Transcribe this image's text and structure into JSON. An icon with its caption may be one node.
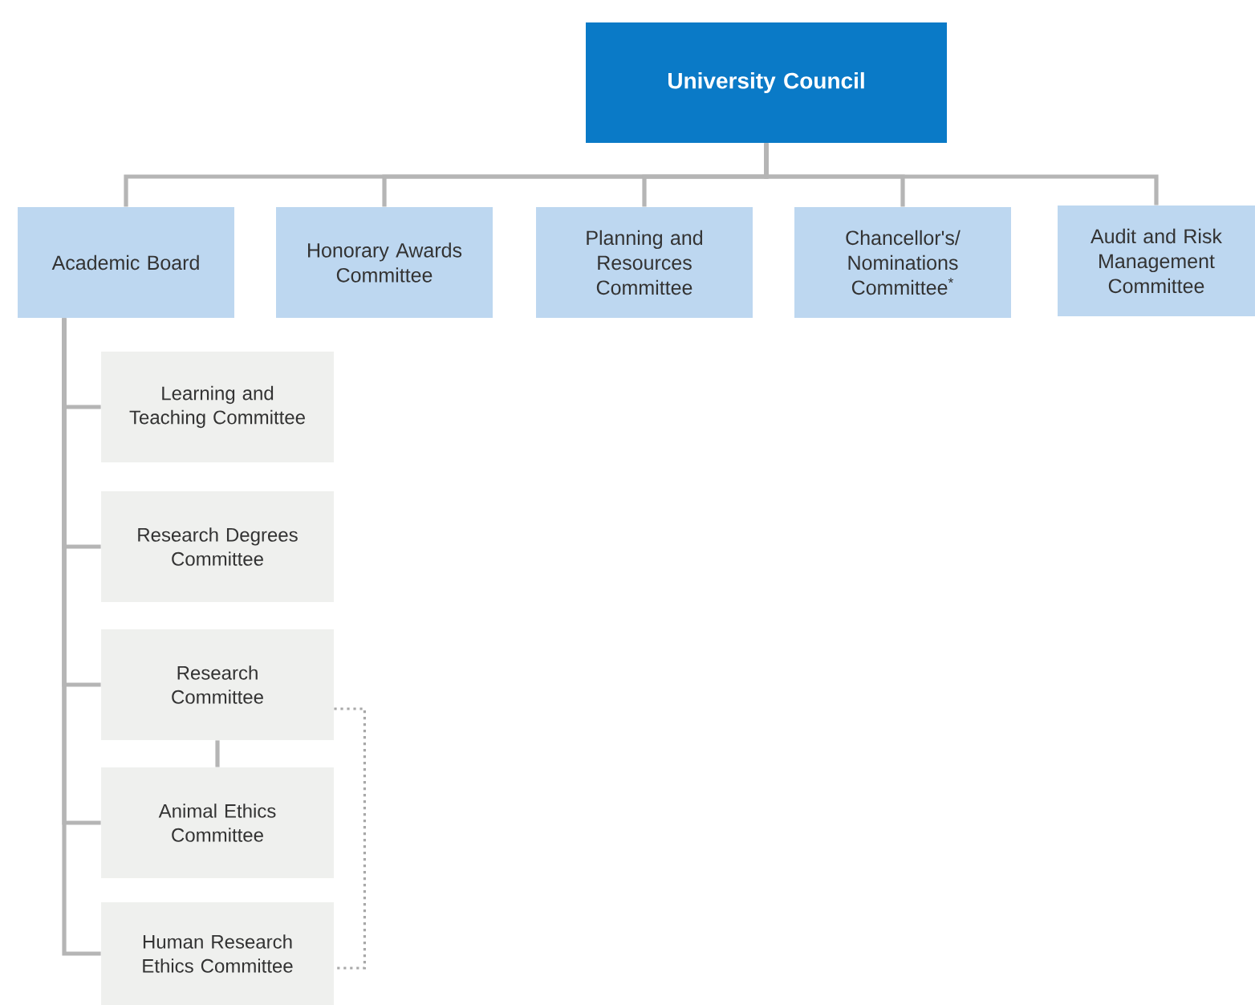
{
  "diagram": {
    "nodes": [
      {
        "text": [
          "University Council"
        ]
      },
      {
        "text": [
          "Academic Board"
        ]
      },
      {
        "text": [
          "Honorary Awards Committee"
        ]
      },
      {
        "text": [
          "Planning and Resources Committee"
        ]
      },
      {
        "text": [
          "Chancellor's/ Nominations Committee$^{*}$"
        ]
      },
      {
        "text": [
          "Audit and Risk Management Committee"
        ]
      },
      {
        "text": [
          "Learning and Teaching Committee"
        ]
      },
      {
        "text": [
          "Research Degrees Committee"
        ]
      },
      {
        "text": [
          "Research Committee"
        ]
      },
      {
        "text": [
          "Animal Ethics Committee"
        ]
      },
      {
        "text": [
          "Human Research Ethics Committee"
        ]
      }
    ],
    "edges": [
      {
        "from": 0,
        "to": 1,
        "arrow": "none"
      },
      {
        "from": 0,
        "to": 2,
        "arrow": "none"
      },
      {
        "from": 0,
        "to": 3,
        "arrow": "none"
      },
      {
        "from": 0,
        "to": 4,
        "arrow": "none"
      },
      {
        "from": 0,
        "to": 5,
        "arrow": "none"
      },
      {
        "from": 1,
        "to": 6,
        "arrow": "none"
      },
      {
        "from": 1,
        "to": 7,
        "arrow": "none"
      },
      {
        "from": 1,
        "to": 8,
        "arrow": "none"
      },
      {
        "from": 1,
        "to": 9,
        "arrow": "none"
      },
      {
        "from": 1,
        "to": 10,
        "arrow": "none"
      },
      {
        "from": 8,
        "to": 9,
        "arrow": "none"
      },
      {
        "from": 8,
        "to": 10,
        "arrow": "none",
        "style": "dashed"
      }
    ]
  }
}
